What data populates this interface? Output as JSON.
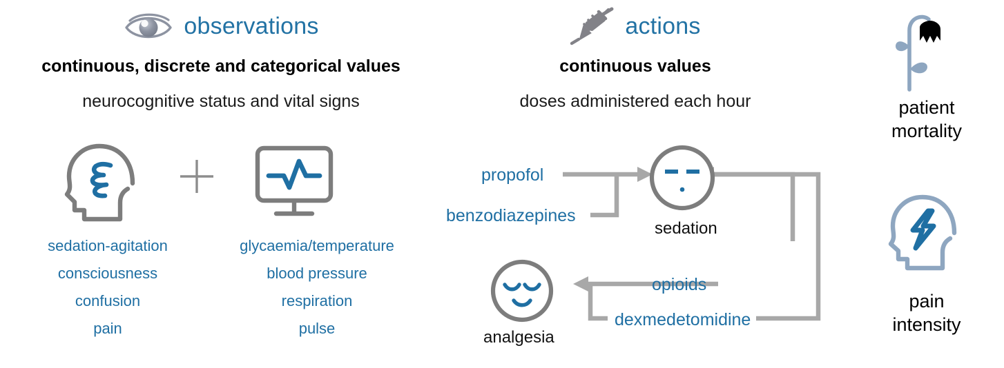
{
  "colors": {
    "accent_blue": "#1f6fa3",
    "heading_blue": "#2272a4",
    "gray_line": "#a8a8a8",
    "gray_icon": "#7d7d7d",
    "slate_blue": "#8ea6c0",
    "black": "#000000"
  },
  "observations": {
    "title": "observations",
    "icon": "eye-icon",
    "value_types": "continuous, discrete and categorical values",
    "description": "neurocognitive status and vital signs",
    "plus_symbol": "+",
    "groups": [
      {
        "icon": "head-brain-icon",
        "items": [
          "sedation-agitation",
          "consciousness",
          "confusion",
          "pain"
        ]
      },
      {
        "icon": "vitals-monitor-icon",
        "items": [
          "glycaemia/temperature",
          "blood pressure",
          "respiration",
          "pulse"
        ]
      }
    ]
  },
  "actions": {
    "title": "actions",
    "icon": "syringe-icon",
    "value_types": "continuous values",
    "description": "doses administered each hour",
    "targets": [
      {
        "id": "sedation",
        "label": "sedation",
        "icon": "neutral-face-icon"
      },
      {
        "id": "analgesia",
        "label": "analgesia",
        "icon": "relaxed-face-icon"
      }
    ],
    "drugs": [
      {
        "label": "propofol",
        "target": "sedation"
      },
      {
        "label": "benzodiazepines",
        "target": "sedation"
      },
      {
        "label": "opioids",
        "target": "analgesia"
      },
      {
        "label": "dexmedetomidine",
        "target": "analgesia"
      }
    ]
  },
  "outcomes": [
    {
      "icon": "wilting-flower-icon",
      "line1": "patient",
      "line2": "mortality"
    },
    {
      "icon": "head-lightning-icon",
      "line1": "pain",
      "line2": "intensity"
    }
  ]
}
